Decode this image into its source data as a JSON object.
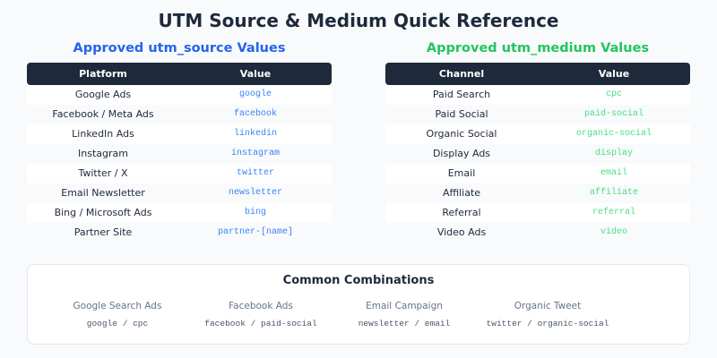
{
  "title": "UTM Source & Medium Quick Reference",
  "source_section": {
    "title": "Approved utm_source Values",
    "headers": [
      "Platform",
      "Value"
    ],
    "rows": [
      {
        "label": "Google Ads",
        "value": "google"
      },
      {
        "label": "Facebook / Meta Ads",
        "value": "facebook"
      },
      {
        "label": "LinkedIn Ads",
        "value": "linkedin"
      },
      {
        "label": "Instagram",
        "value": "instagram"
      },
      {
        "label": "Twitter / X",
        "value": "twitter"
      },
      {
        "label": "Email Newsletter",
        "value": "newsletter"
      },
      {
        "label": "Bing / Microsoft Ads",
        "value": "bing"
      },
      {
        "label": "Partner Site",
        "value": "partner-[name]"
      }
    ]
  },
  "medium_section": {
    "title": "Approved utm_medium Values",
    "headers": [
      "Channel",
      "Value"
    ],
    "rows": [
      {
        "label": "Paid Search",
        "value": "cpc"
      },
      {
        "label": "Paid Social",
        "value": "paid-social"
      },
      {
        "label": "Organic Social",
        "value": "organic-social"
      },
      {
        "label": "Display Ads",
        "value": "display"
      },
      {
        "label": "Email",
        "value": "email"
      },
      {
        "label": "Affiliate",
        "value": "affiliate"
      },
      {
        "label": "Referral",
        "value": "referral"
      },
      {
        "label": "Video Ads",
        "value": "video"
      }
    ]
  },
  "combinations": {
    "title": "Common Combinations",
    "items": [
      {
        "label": "Google Search Ads",
        "value": "google / cpc"
      },
      {
        "label": "Facebook Ads",
        "value": "facebook / paid-social"
      },
      {
        "label": "Email Campaign",
        "value": "newsletter / email"
      },
      {
        "label": "Organic Tweet",
        "value": "twitter / organic-social"
      }
    ]
  },
  "colors": {
    "source_accent": "#2563eb",
    "medium_accent": "#22c55e",
    "header_bg": "#1e293b",
    "page_bg": "#f8fafc"
  }
}
